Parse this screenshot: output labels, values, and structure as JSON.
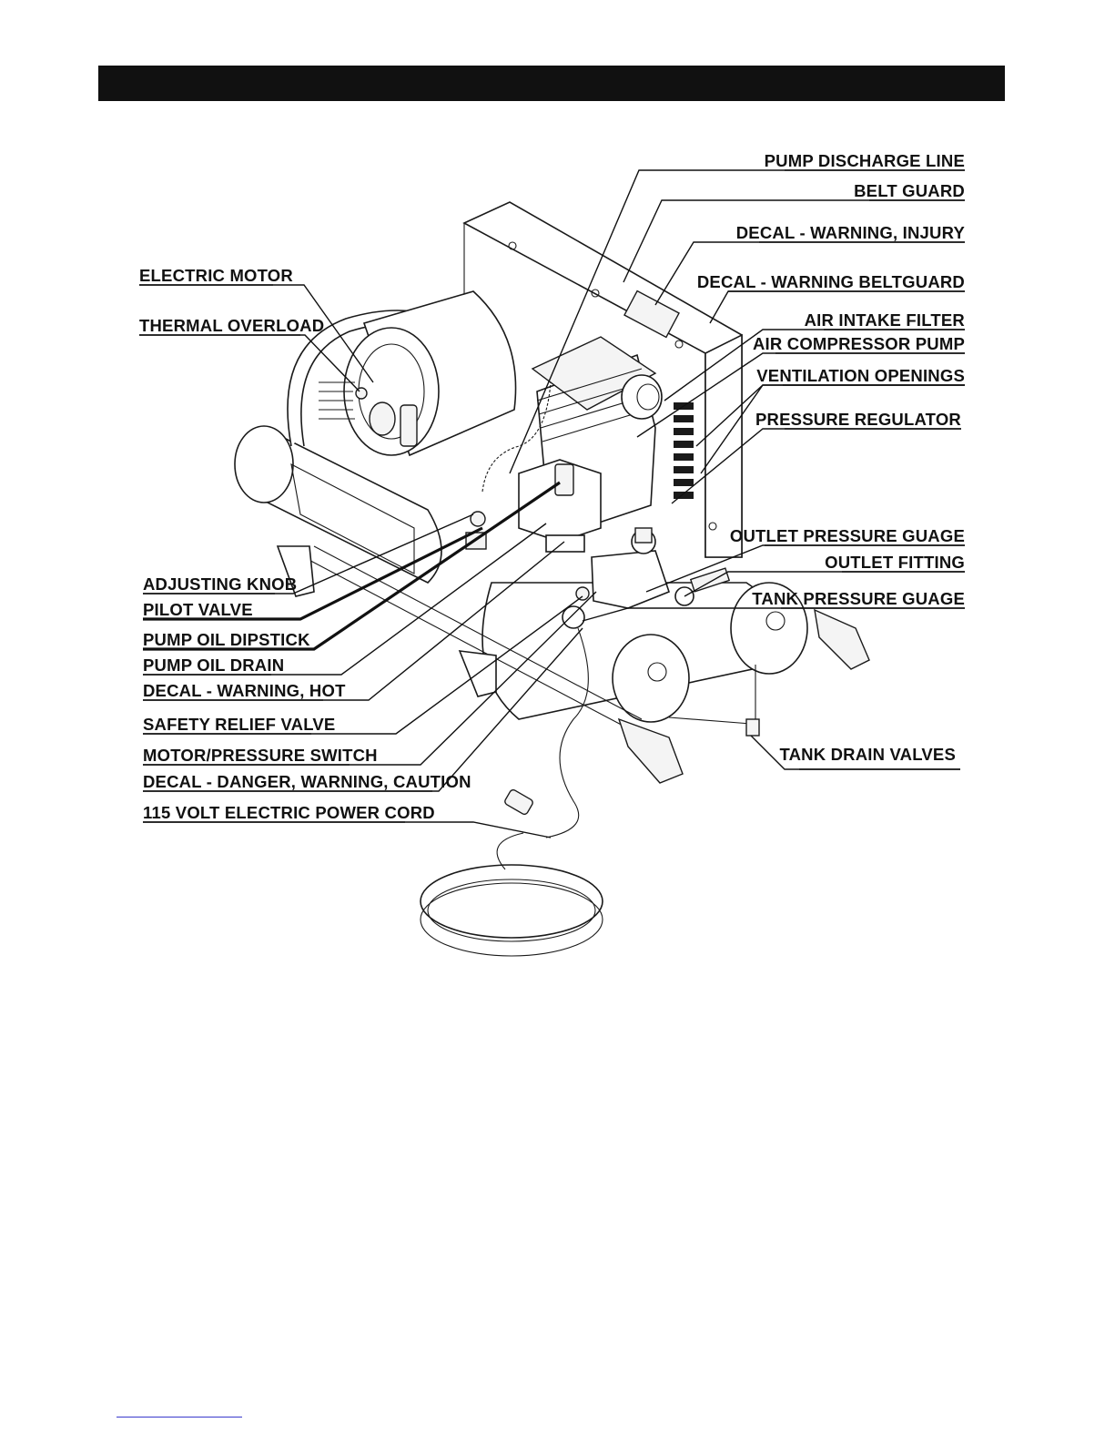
{
  "header": {
    "title": ""
  },
  "labels": {
    "pump_discharge_line": "PUMP DISCHARGE LINE",
    "belt_guard": "BELT GUARD",
    "decal_warning_injury": "DECAL - WARNING, INJURY",
    "decal_warning_beltguard": "DECAL - WARNING BELTGUARD",
    "air_intake_filter": "AIR INTAKE FILTER",
    "air_compressor_pump": "AIR COMPRESSOR PUMP",
    "ventilation_openings": "VENTILATION OPENINGS",
    "pressure_regulator": "PRESSURE REGULATOR",
    "outlet_pressure_guage": "OUTLET PRESSURE GUAGE",
    "outlet_fitting": "OUTLET FITTING",
    "tank_pressure_guage": "TANK PRESSURE GUAGE",
    "tank_drain_valves": "TANK DRAIN VALVES",
    "electric_motor": "ELECTRIC MOTOR",
    "thermal_overload": "THERMAL OVERLOAD",
    "adjusting_knob": "ADJUSTING KNOB",
    "pilot_valve": "PILOT VALVE",
    "pump_oil_dipstick": "PUMP OIL DIPSTICK",
    "pump_oil_drain": "PUMP OIL DRAIN",
    "decal_warning_hot": "DECAL - WARNING, HOT",
    "safety_relief_valve": "SAFETY RELIEF VALVE",
    "motor_pressure_switch": "MOTOR/PRESSURE SWITCH",
    "decal_danger_warning_caution": "DECAL - DANGER, WARNING, CAUTION",
    "power_cord": "115 VOLT ELECTRIC POWER CORD"
  }
}
